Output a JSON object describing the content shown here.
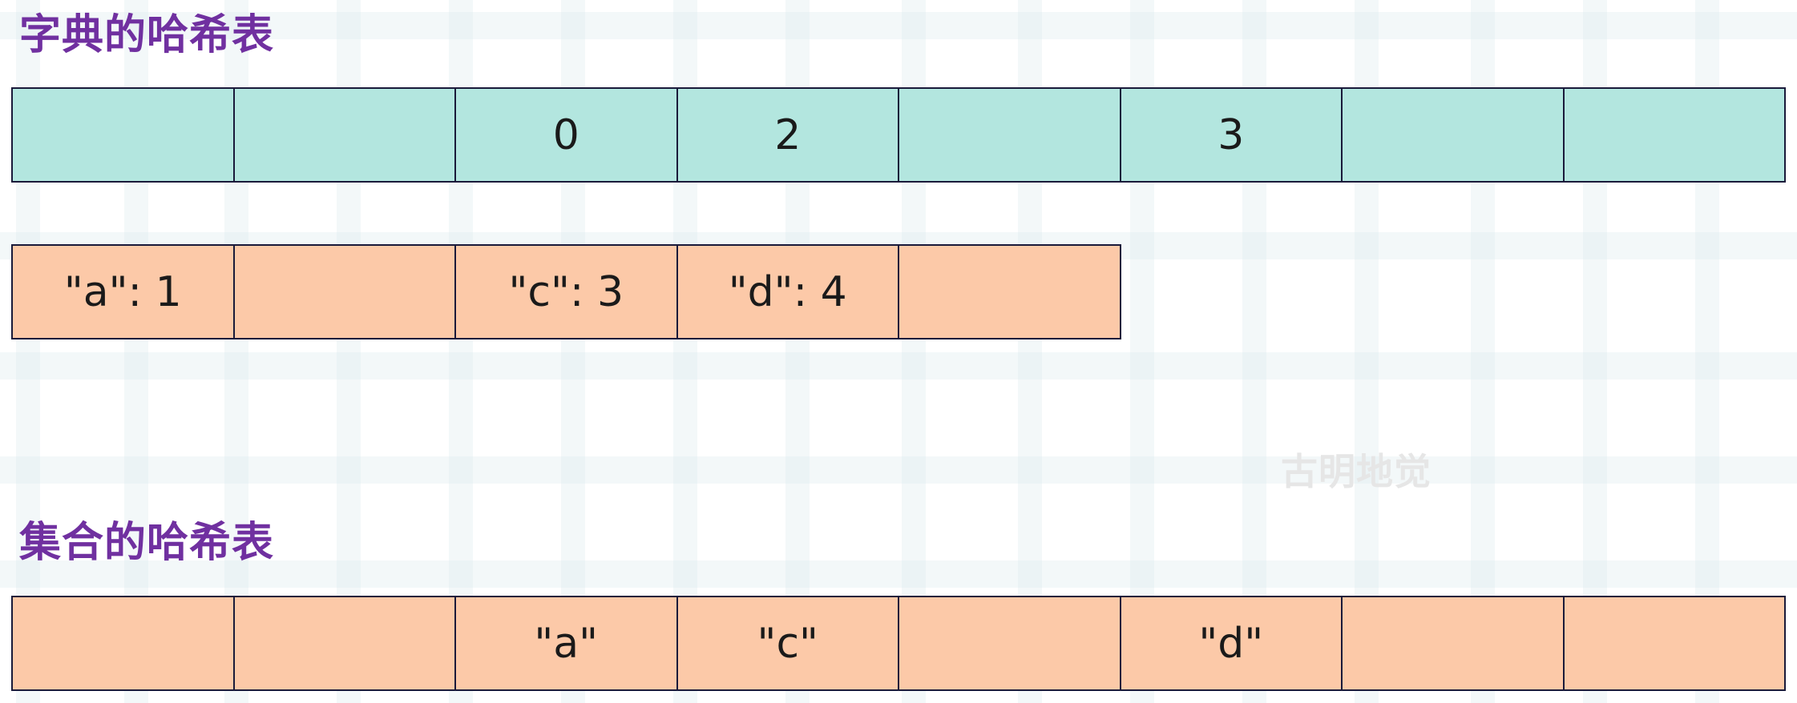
{
  "dict_title": "字典的哈希表",
  "set_title": "集合的哈希表",
  "indices": [
    "",
    "",
    "0",
    "2",
    "",
    "3",
    "",
    ""
  ],
  "entries": [
    "\"a\": 1",
    "",
    "\"c\": 3",
    "\"d\": 4",
    ""
  ],
  "set_slots": [
    "",
    "",
    "\"a\"",
    "\"c\"",
    "",
    "\"d\"",
    "",
    ""
  ],
  "watermark": "古明地觉",
  "colors": {
    "title": "#7030a0",
    "indices_fill": "#b3e6df",
    "entries_fill": "#fcc9a8",
    "set_fill": "#fcc9a8",
    "border": "#1a1a3a"
  }
}
